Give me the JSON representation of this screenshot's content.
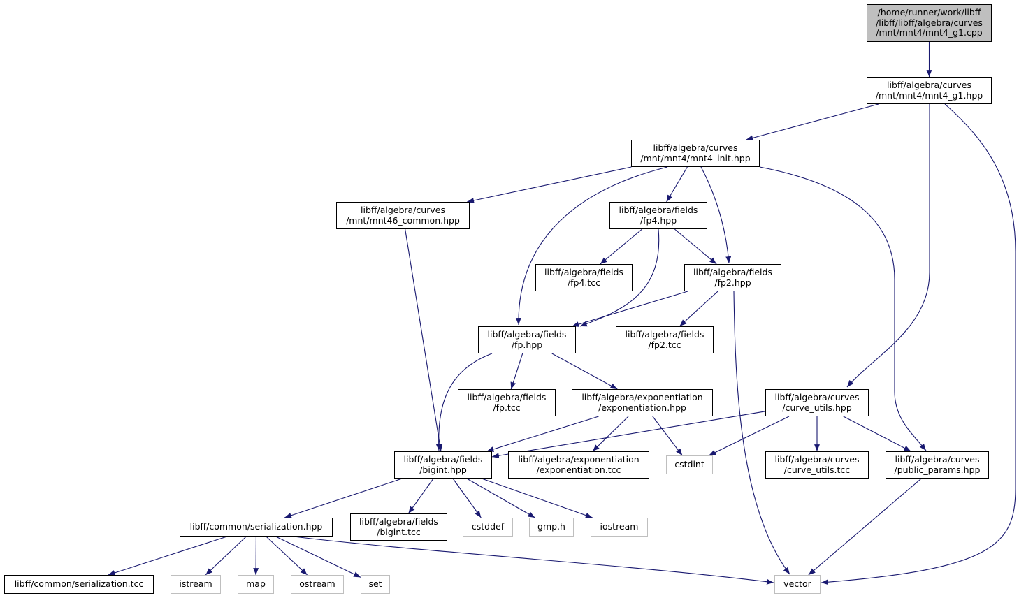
{
  "colors": {
    "edge": "#191970",
    "root_fill": "#bfbfbf",
    "external_border": "#bfbfbf",
    "node_border": "#000000"
  },
  "nodes": [
    {
      "id": "root",
      "lines": [
        "/home/runner/work/libff",
        "/libff/libff/algebra/curves",
        "/mnt/mnt4/mnt4_g1.cpp"
      ],
      "kind": "root"
    },
    {
      "id": "g1hpp",
      "lines": [
        "libff/algebra/curves",
        "/mnt/mnt4/mnt4_g1.hpp"
      ],
      "kind": "file"
    },
    {
      "id": "init",
      "lines": [
        "libff/algebra/curves",
        "/mnt/mnt4/mnt4_init.hpp"
      ],
      "kind": "file"
    },
    {
      "id": "common46",
      "lines": [
        "libff/algebra/curves",
        "/mnt/mnt46_common.hpp"
      ],
      "kind": "file"
    },
    {
      "id": "fp4hpp",
      "lines": [
        "libff/algebra/fields",
        "/fp4.hpp"
      ],
      "kind": "file"
    },
    {
      "id": "fp4tcc",
      "lines": [
        "libff/algebra/fields",
        "/fp4.tcc"
      ],
      "kind": "file"
    },
    {
      "id": "fp2hpp",
      "lines": [
        "libff/algebra/fields",
        "/fp2.hpp"
      ],
      "kind": "file"
    },
    {
      "id": "fphpp",
      "lines": [
        "libff/algebra/fields",
        "/fp.hpp"
      ],
      "kind": "file"
    },
    {
      "id": "fp2tcc",
      "lines": [
        "libff/algebra/fields",
        "/fp2.tcc"
      ],
      "kind": "file"
    },
    {
      "id": "fptcc",
      "lines": [
        "libff/algebra/fields",
        "/fp.tcc"
      ],
      "kind": "file"
    },
    {
      "id": "exphpp",
      "lines": [
        "libff/algebra/exponentiation",
        "/exponentiation.hpp"
      ],
      "kind": "file"
    },
    {
      "id": "curveutils",
      "lines": [
        "libff/algebra/curves",
        "/curve_utils.hpp"
      ],
      "kind": "file"
    },
    {
      "id": "biginthpp",
      "lines": [
        "libff/algebra/fields",
        "/bigint.hpp"
      ],
      "kind": "file"
    },
    {
      "id": "exptcc",
      "lines": [
        "libff/algebra/exponentiation",
        "/exponentiation.tcc"
      ],
      "kind": "file"
    },
    {
      "id": "cstdint",
      "lines": [
        "cstdint"
      ],
      "kind": "ext"
    },
    {
      "id": "curveutilstcc",
      "lines": [
        "libff/algebra/curves",
        "/curve_utils.tcc"
      ],
      "kind": "file"
    },
    {
      "id": "publicparams",
      "lines": [
        "libff/algebra/curves",
        "/public_params.hpp"
      ],
      "kind": "file"
    },
    {
      "id": "serialhpp",
      "lines": [
        "libff/common/serialization.hpp"
      ],
      "kind": "file"
    },
    {
      "id": "biginttcc",
      "lines": [
        "libff/algebra/fields",
        "/bigint.tcc"
      ],
      "kind": "file"
    },
    {
      "id": "cstddef",
      "lines": [
        "cstddef"
      ],
      "kind": "ext"
    },
    {
      "id": "gmph",
      "lines": [
        "gmp.h"
      ],
      "kind": "ext"
    },
    {
      "id": "iostream",
      "lines": [
        "iostream"
      ],
      "kind": "ext"
    },
    {
      "id": "serialtcc",
      "lines": [
        "libff/common/serialization.tcc"
      ],
      "kind": "file"
    },
    {
      "id": "istream",
      "lines": [
        "istream"
      ],
      "kind": "ext"
    },
    {
      "id": "map",
      "lines": [
        "map"
      ],
      "kind": "ext"
    },
    {
      "id": "ostream",
      "lines": [
        "ostream"
      ],
      "kind": "ext"
    },
    {
      "id": "set",
      "lines": [
        "set"
      ],
      "kind": "ext"
    },
    {
      "id": "vector",
      "lines": [
        "vector"
      ],
      "kind": "ext"
    }
  ],
  "edges": [
    [
      "root",
      "g1hpp"
    ],
    [
      "g1hpp",
      "init"
    ],
    [
      "g1hpp",
      "curveutils"
    ],
    [
      "g1hpp",
      "vector"
    ],
    [
      "init",
      "common46"
    ],
    [
      "init",
      "fp4hpp"
    ],
    [
      "init",
      "fp2hpp"
    ],
    [
      "init",
      "fphpp"
    ],
    [
      "init",
      "publicparams"
    ],
    [
      "common46",
      "biginthpp"
    ],
    [
      "fp4hpp",
      "fp4tcc"
    ],
    [
      "fp4hpp",
      "fp2hpp"
    ],
    [
      "fp4hpp",
      "fphpp"
    ],
    [
      "fp2hpp",
      "fphpp"
    ],
    [
      "fp2hpp",
      "fp2tcc"
    ],
    [
      "fp2hpp",
      "vector"
    ],
    [
      "fphpp",
      "fptcc"
    ],
    [
      "fphpp",
      "exphpp"
    ],
    [
      "fphpp",
      "biginthpp"
    ],
    [
      "exphpp",
      "biginthpp"
    ],
    [
      "exphpp",
      "exptcc"
    ],
    [
      "exphpp",
      "cstdint"
    ],
    [
      "curveutils",
      "biginthpp"
    ],
    [
      "curveutils",
      "cstdint"
    ],
    [
      "curveutils",
      "curveutilstcc"
    ],
    [
      "curveutils",
      "publicparams"
    ],
    [
      "publicparams",
      "vector"
    ],
    [
      "biginthpp",
      "serialhpp"
    ],
    [
      "biginthpp",
      "biginttcc"
    ],
    [
      "biginthpp",
      "cstddef"
    ],
    [
      "biginthpp",
      "gmph"
    ],
    [
      "biginthpp",
      "iostream"
    ],
    [
      "serialhpp",
      "serialtcc"
    ],
    [
      "serialhpp",
      "istream"
    ],
    [
      "serialhpp",
      "map"
    ],
    [
      "serialhpp",
      "ostream"
    ],
    [
      "serialhpp",
      "set"
    ],
    [
      "serialhpp",
      "vector"
    ]
  ]
}
